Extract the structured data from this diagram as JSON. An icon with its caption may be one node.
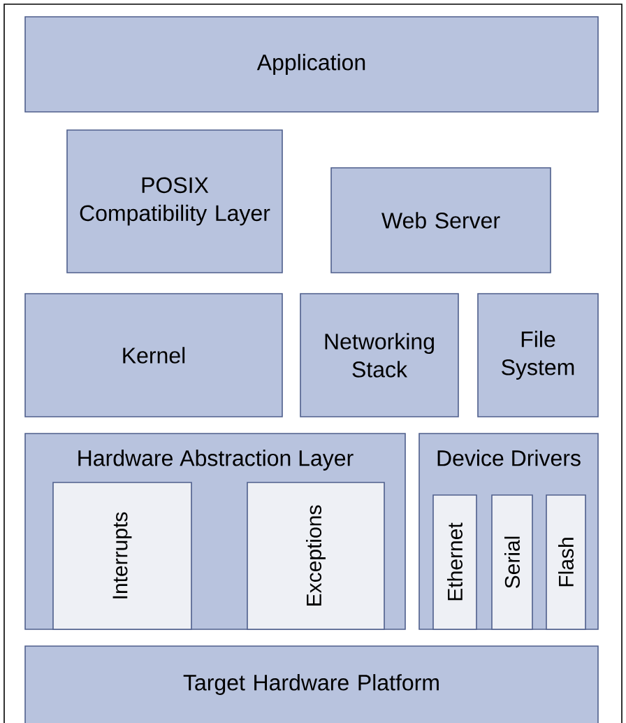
{
  "diagram": {
    "nodes": [
      {
        "text": [
          "Application"
        ]
      },
      {
        "text": [
          "POSIX Compatibility Layer"
        ]
      },
      {
        "text": [
          "Web Server"
        ]
      },
      {
        "text": [
          "Kernel"
        ]
      },
      {
        "text": [
          "Networking Stack"
        ]
      },
      {
        "text": [
          "File System"
        ]
      },
      {
        "text": [
          "Hardware Abstraction Layer"
        ]
      },
      {
        "text": [
          "Interrupts"
        ],
        "in": 6
      },
      {
        "text": [
          "Exceptions"
        ],
        "in": 6
      },
      {
        "text": [
          "Device Drivers"
        ]
      },
      {
        "text": [
          "Ethernet"
        ],
        "in": 9
      },
      {
        "text": [
          "Serial"
        ],
        "in": 9
      },
      {
        "text": [
          "Flash"
        ],
        "in": 9
      },
      {
        "text": [
          "Target Hardware Platform"
        ]
      }
    ]
  }
}
